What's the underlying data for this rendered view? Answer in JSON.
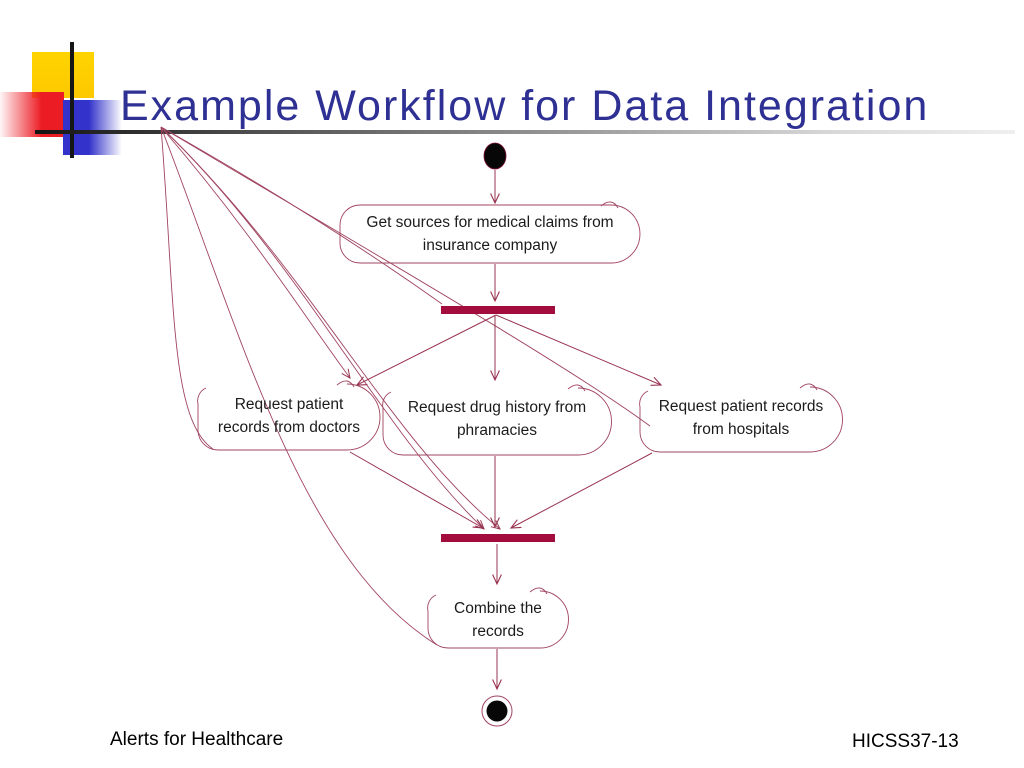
{
  "slide": {
    "title": "Example Workflow for Data Integration",
    "footer_left": "Alerts for Healthcare",
    "footer_right": "HICSS37-13"
  },
  "diagram": {
    "type": "uml_activity",
    "start_node": "start",
    "end_node": "end",
    "activities": [
      {
        "id": "get_sources",
        "line1": "Get sources for medical claims from",
        "line2": "insurance company"
      },
      {
        "id": "req_doctors",
        "line1": "Request patient",
        "line2": "records from doctors"
      },
      {
        "id": "req_pharmacies",
        "line1": "Request drug history from",
        "line2": "phramacies"
      },
      {
        "id": "req_hospitals",
        "line1": "Request patient records",
        "line2": "from hospitals"
      },
      {
        "id": "combine",
        "line1": "Combine the",
        "line2": "records"
      }
    ],
    "bars": [
      "fork",
      "join"
    ],
    "edges": [
      {
        "from": "start",
        "to": "get_sources"
      },
      {
        "from": "get_sources",
        "to": "fork"
      },
      {
        "from": "fork",
        "to": "req_doctors"
      },
      {
        "from": "fork",
        "to": "req_pharmacies"
      },
      {
        "from": "fork",
        "to": "req_hospitals"
      },
      {
        "from": "req_doctors",
        "to": "join"
      },
      {
        "from": "req_pharmacies",
        "to": "join"
      },
      {
        "from": "req_hospitals",
        "to": "join"
      },
      {
        "from": "join",
        "to": "combine"
      },
      {
        "from": "combine",
        "to": "end"
      }
    ]
  },
  "colors": {
    "title": "#2e3193",
    "diagram_line": "#a04460",
    "arrow_line": "#983350",
    "sync_bar": "#a30d3d",
    "node_fill": "#070707",
    "label_text": "#1b1b1b",
    "accent_yellow": "#ffd400",
    "accent_red": "#ec1c24",
    "accent_blue": "#3333cb"
  }
}
